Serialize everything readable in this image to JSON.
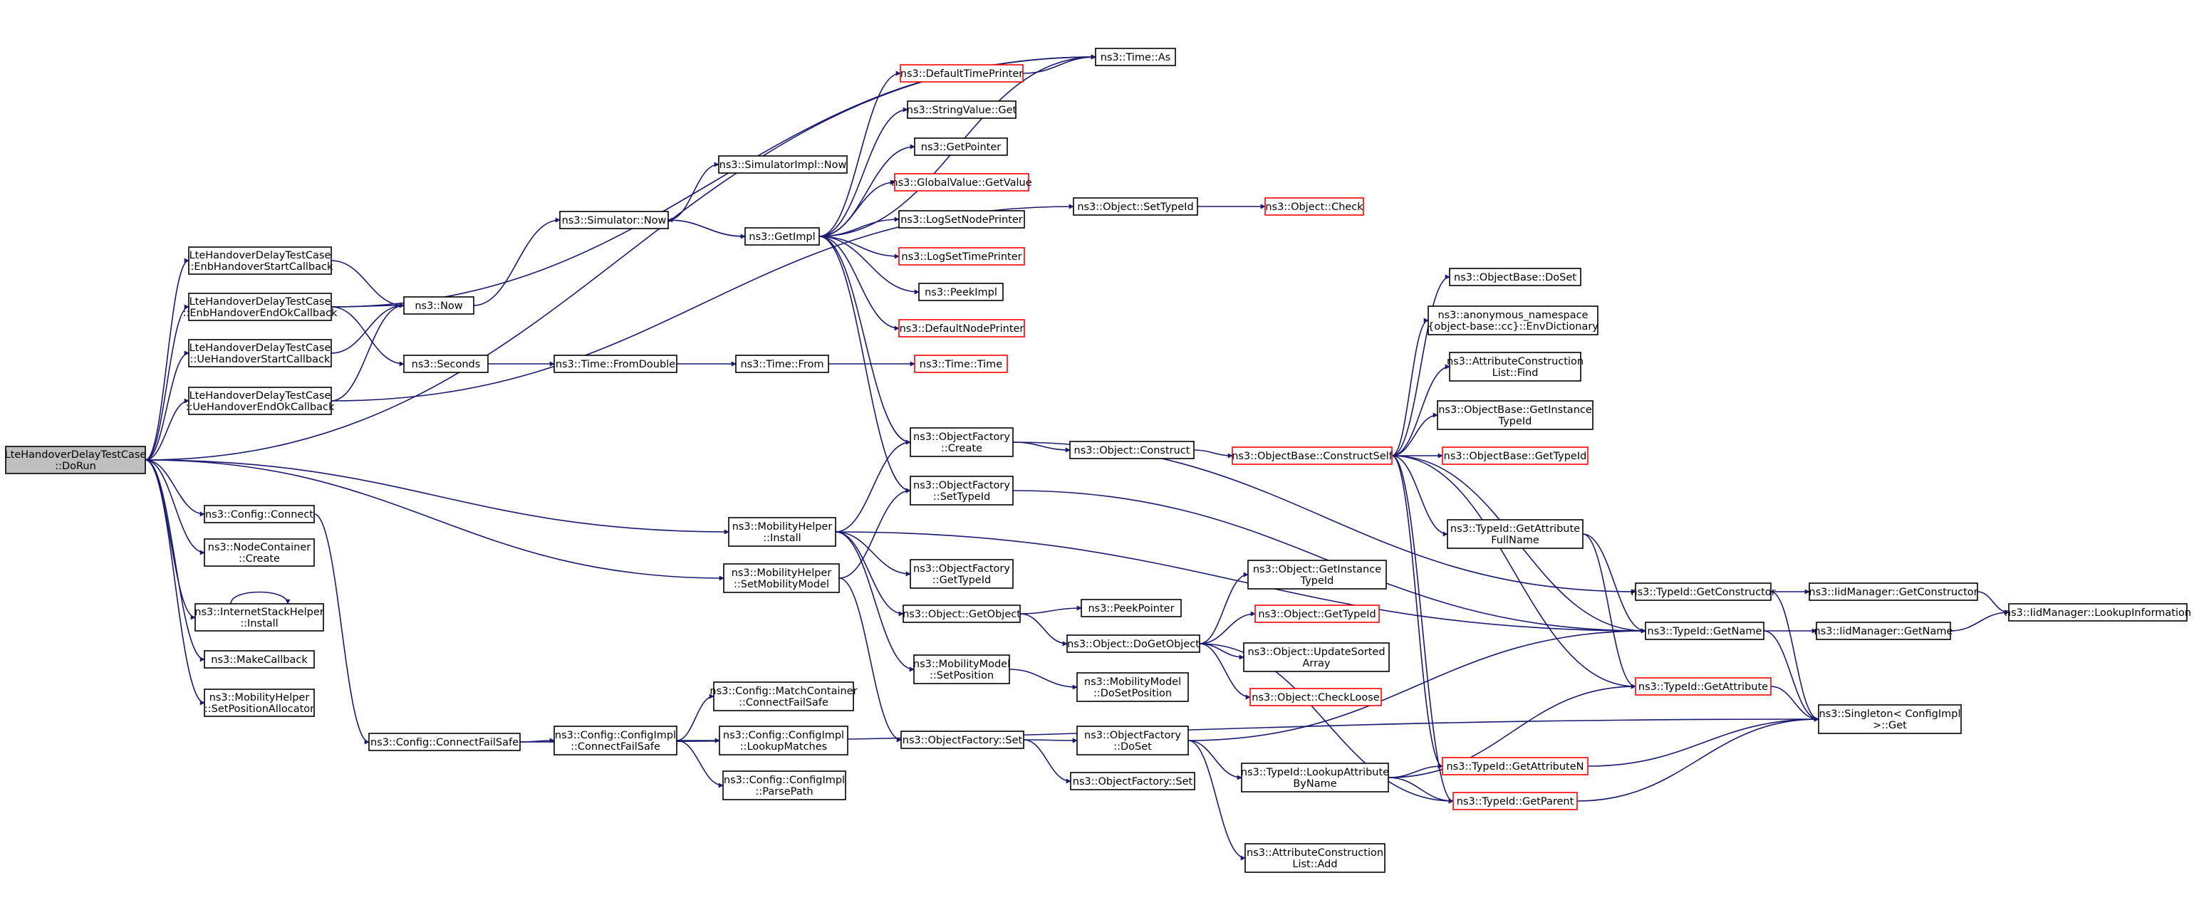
{
  "colors": {
    "edge": "#191970",
    "node_border": "#000000",
    "truncated_border": "#ff0000",
    "root_fill": "#bfbfbf"
  },
  "nodes": [
    {
      "id": "dorun",
      "lines": [
        "LteHandoverDelayTestCase",
        "::DoRun"
      ],
      "root": true
    },
    {
      "id": "enbstart",
      "lines": [
        "LteHandoverDelayTestCase",
        "::EnbHandoverStartCallback"
      ]
    },
    {
      "id": "enbend",
      "lines": [
        "LteHandoverDelayTestCase",
        "::EnbHandoverEndOkCallback"
      ]
    },
    {
      "id": "uestart",
      "lines": [
        "LteHandoverDelayTestCase",
        "::UeHandoverStartCallback"
      ]
    },
    {
      "id": "ueend",
      "lines": [
        "LteHandoverDelayTestCase",
        "::UeHandoverEndOkCallback"
      ]
    },
    {
      "id": "cfgconnect",
      "lines": [
        "ns3::Config::Connect"
      ]
    },
    {
      "id": "nodecont",
      "lines": [
        "ns3::NodeContainer",
        "::Create"
      ]
    },
    {
      "id": "inetstack",
      "lines": [
        "ns3::InternetStackHelper",
        "::Install"
      ]
    },
    {
      "id": "makecb",
      "lines": [
        "ns3::MakeCallback"
      ]
    },
    {
      "id": "setposalloc",
      "lines": [
        "ns3::MobilityHelper",
        "::SetPositionAllocator"
      ]
    },
    {
      "id": "now",
      "lines": [
        "ns3::Now"
      ]
    },
    {
      "id": "seconds",
      "lines": [
        "ns3::Seconds"
      ]
    },
    {
      "id": "simnow",
      "lines": [
        "ns3::Simulator::Now"
      ]
    },
    {
      "id": "simimplnow",
      "lines": [
        "ns3::SimulatorImpl::Now"
      ]
    },
    {
      "id": "getimpl",
      "lines": [
        "ns3::GetImpl"
      ]
    },
    {
      "id": "fromdouble",
      "lines": [
        "ns3::Time::FromDouble"
      ]
    },
    {
      "id": "timefrom",
      "lines": [
        "ns3::Time::From"
      ]
    },
    {
      "id": "timetime",
      "lines": [
        "ns3::Time::Time"
      ],
      "red": true
    },
    {
      "id": "defprinter",
      "lines": [
        "ns3::DefaultTimePrinter"
      ],
      "red": true
    },
    {
      "id": "strget",
      "lines": [
        "ns3::StringValue::Get"
      ]
    },
    {
      "id": "getpointer",
      "lines": [
        "ns3::GetPointer"
      ]
    },
    {
      "id": "globalget",
      "lines": [
        "ns3::GlobalValue::GetValue"
      ],
      "red": true
    },
    {
      "id": "logsetnode",
      "lines": [
        "ns3::LogSetNodePrinter"
      ]
    },
    {
      "id": "logsettime",
      "lines": [
        "ns3::LogSetTimePrinter"
      ],
      "red": true
    },
    {
      "id": "peekimpl",
      "lines": [
        "ns3::PeekImpl"
      ]
    },
    {
      "id": "defnode",
      "lines": [
        "ns3::DefaultNodePrinter"
      ],
      "red": true
    },
    {
      "id": "timeas",
      "lines": [
        "ns3::Time::As"
      ]
    },
    {
      "id": "objsettypeid",
      "lines": [
        "ns3::Object::SetTypeId"
      ]
    },
    {
      "id": "objcheck",
      "lines": [
        "ns3::Object::Check"
      ],
      "red": true
    },
    {
      "id": "mobinstall",
      "lines": [
        "ns3::MobilityHelper",
        "::Install"
      ]
    },
    {
      "id": "mobsetmodel",
      "lines": [
        "ns3::MobilityHelper",
        "::SetMobilityModel"
      ]
    },
    {
      "id": "ofcreate",
      "lines": [
        "ns3::ObjectFactory",
        "::Create"
      ]
    },
    {
      "id": "ofsettypeid",
      "lines": [
        "ns3::ObjectFactory",
        "::SetTypeId"
      ]
    },
    {
      "id": "ofgettypeid",
      "lines": [
        "ns3::ObjectFactory",
        "::GetTypeId"
      ]
    },
    {
      "id": "objgetobject",
      "lines": [
        "ns3::Object::GetObject"
      ]
    },
    {
      "id": "peekptr",
      "lines": [
        "ns3::PeekPointer"
      ]
    },
    {
      "id": "mmsetpos",
      "lines": [
        "ns3::MobilityModel",
        "::SetPosition"
      ]
    },
    {
      "id": "mmdosetpos",
      "lines": [
        "ns3::MobilityModel",
        "::DoSetPosition"
      ]
    },
    {
      "id": "objconstruct",
      "lines": [
        "ns3::Object::Construct"
      ]
    },
    {
      "id": "obconstructself",
      "lines": [
        "ns3::ObjectBase::ConstructSelf"
      ],
      "red": true
    },
    {
      "id": "obdoset",
      "lines": [
        "ns3::ObjectBase::DoSet"
      ]
    },
    {
      "id": "envdict",
      "lines": [
        "ns3::anonymous_namespace",
        "{object-base::cc}::EnvDictionary"
      ]
    },
    {
      "id": "aclfind",
      "lines": [
        "ns3::AttributeConstruction",
        "List::Find"
      ]
    },
    {
      "id": "obgetinst",
      "lines": [
        "ns3::ObjectBase::GetInstance",
        "TypeId"
      ]
    },
    {
      "id": "obgettypeid",
      "lines": [
        "ns3::ObjectBase::GetTypeId"
      ],
      "red": true
    },
    {
      "id": "tidgetattrfull",
      "lines": [
        "ns3::TypeId::GetAttribute",
        "FullName"
      ]
    },
    {
      "id": "tidgetctor",
      "lines": [
        "ns3::TypeId::GetConstructor"
      ]
    },
    {
      "id": "iidgetctor",
      "lines": [
        "ns3::IidManager::GetConstructor"
      ]
    },
    {
      "id": "iidlookup",
      "lines": [
        "ns3::IidManager::LookupInformation"
      ]
    },
    {
      "id": "tidgetname",
      "lines": [
        "ns3::TypeId::GetName"
      ]
    },
    {
      "id": "iidgetname",
      "lines": [
        "ns3::IidManager::GetName"
      ]
    },
    {
      "id": "tidgetattr",
      "lines": [
        "ns3::TypeId::GetAttribute"
      ],
      "red": true
    },
    {
      "id": "singleton",
      "lines": [
        "ns3::Singleton< ConfigImpl",
        ">::Get"
      ]
    },
    {
      "id": "objdogetobject",
      "lines": [
        "ns3::Object::DoGetObject"
      ]
    },
    {
      "id": "objgetinst",
      "lines": [
        "ns3::Object::GetInstance",
        "TypeId"
      ]
    },
    {
      "id": "objgettypeid",
      "lines": [
        "ns3::Object::GetTypeId"
      ],
      "red": true
    },
    {
      "id": "objupdsorted",
      "lines": [
        "ns3::Object::UpdateSorted",
        "Array"
      ]
    },
    {
      "id": "objcheckloose",
      "lines": [
        "ns3::Object::CheckLoose"
      ],
      "red": true
    },
    {
      "id": "ofset",
      "lines": [
        "ns3::ObjectFactory::Set"
      ]
    },
    {
      "id": "ofdoset",
      "lines": [
        "ns3::ObjectFactory",
        "::DoSet"
      ]
    },
    {
      "id": "ofset2",
      "lines": [
        "ns3::ObjectFactory::Set"
      ]
    },
    {
      "id": "tidlookupattr",
      "lines": [
        "ns3::TypeId::LookupAttribute",
        "ByName"
      ]
    },
    {
      "id": "tidgetattrn",
      "lines": [
        "ns3::TypeId::GetAttributeN"
      ],
      "red": true
    },
    {
      "id": "tidgetparent",
      "lines": [
        "ns3::TypeId::GetParent"
      ],
      "red": true
    },
    {
      "id": "acladd",
      "lines": [
        "ns3::AttributeConstruction",
        "List::Add"
      ]
    },
    {
      "id": "cfgconnectfs",
      "lines": [
        "ns3::Config::ConnectFailSafe"
      ]
    },
    {
      "id": "cfgimplconnfs",
      "lines": [
        "ns3::Config::ConfigImpl",
        "::ConnectFailSafe"
      ]
    },
    {
      "id": "cfgmatchcont",
      "lines": [
        "ns3::Config::MatchContainer",
        "::ConnectFailSafe"
      ]
    },
    {
      "id": "cfglookup",
      "lines": [
        "ns3::Config::ConfigImpl",
        "::LookupMatches"
      ]
    },
    {
      "id": "cfgparse",
      "lines": [
        "ns3::Config::ConfigImpl",
        "::ParsePath"
      ]
    }
  ]
}
